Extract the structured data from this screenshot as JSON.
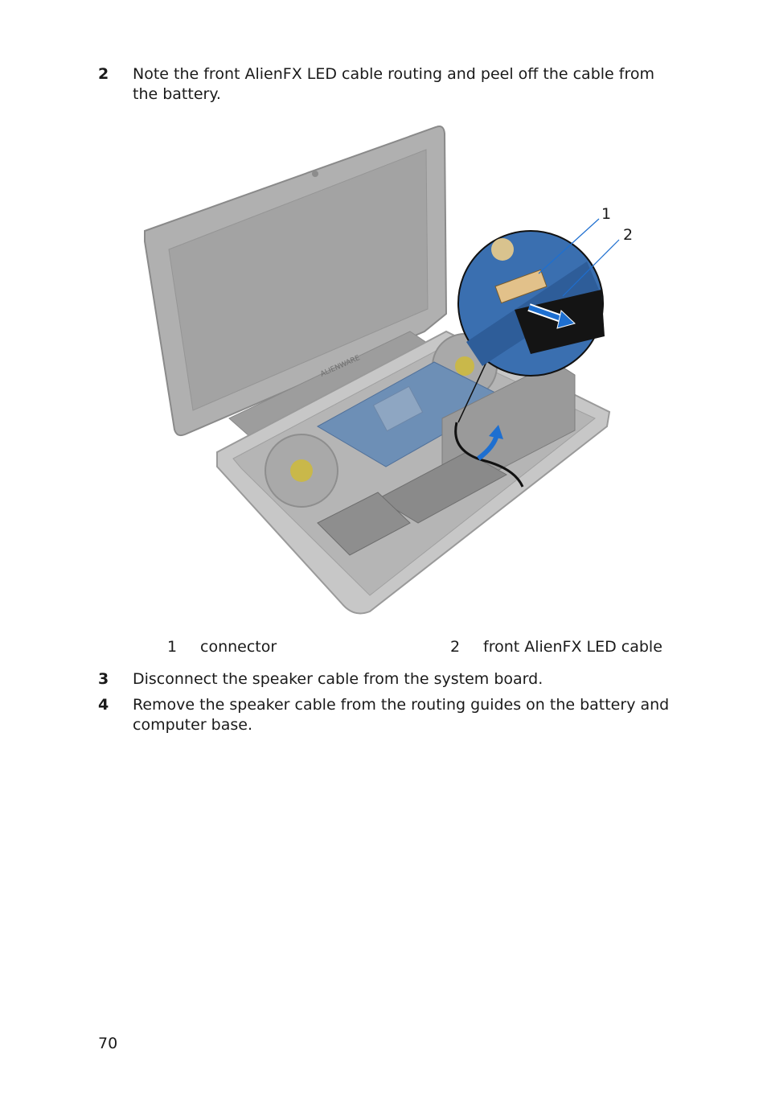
{
  "steps": [
    {
      "number": "2",
      "text": "Note the front AlienFX LED cable routing and peel off the cable from the battery."
    },
    {
      "number": "3",
      "text": "Disconnect the speaker cable from the system board."
    },
    {
      "number": "4",
      "text": "Remove the speaker cable from the routing guides on the battery and computer base."
    }
  ],
  "figure": {
    "logo_text": "ALIENWARE",
    "callouts": [
      "1",
      "2"
    ]
  },
  "legend": [
    {
      "number": "1",
      "label": "connector"
    },
    {
      "number": "2",
      "label": "front AlienFX LED cable"
    }
  ],
  "page_number": "70",
  "colors": {
    "board_blue": "#3a6fb0",
    "arrow_blue": "#1e6fd0",
    "laptop_gray": "#b8b8b8",
    "cable_black": "#111111"
  }
}
